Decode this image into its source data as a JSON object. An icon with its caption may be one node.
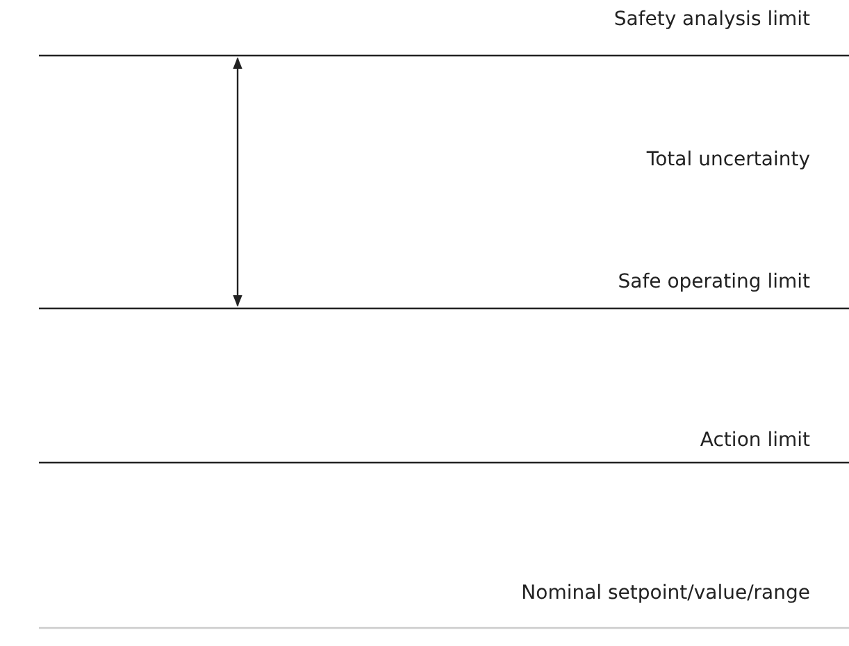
{
  "diagram": {
    "labels": [
      "Safety analysis limit",
      "Total uncertainty",
      "Safe operating limit",
      "Action limit",
      "Nominal setpoint/value/range"
    ]
  }
}
